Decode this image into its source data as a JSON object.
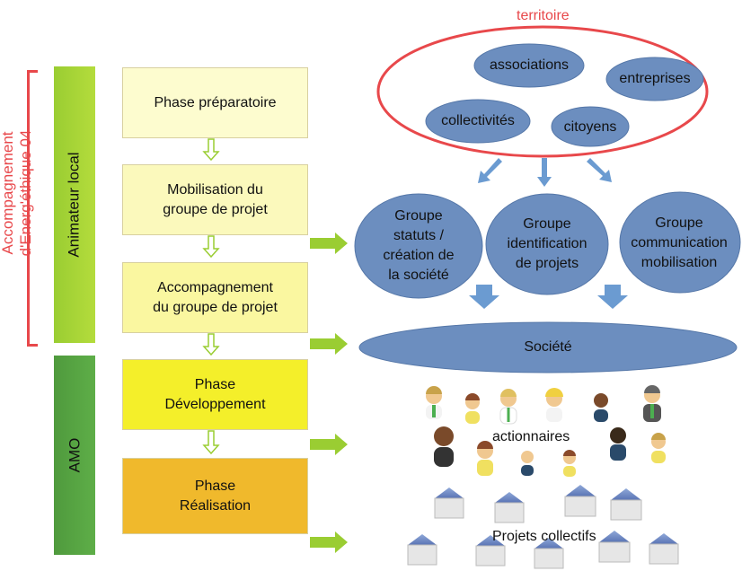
{
  "side_label": "Accompagnement\nd'Energ'éthique 04",
  "roles": {
    "animateur": "Animateur local",
    "amo": "AMO"
  },
  "phases": [
    "Phase préparatoire",
    "Mobilisation du\ngroupe de projet",
    "Accompagnement\ndu groupe de projet",
    "Phase\nDéveloppement",
    "Phase\nRéalisation"
  ],
  "territoire": {
    "title": "territoire",
    "members": [
      "associations",
      "entreprises",
      "collectivités",
      "citoyens"
    ]
  },
  "groupes": [
    "Groupe\nstatuts /\ncréation de\nla société",
    "Groupe\nidentification\nde projets",
    "Groupe\ncommunication\nmobilisation"
  ],
  "societe": "Société",
  "actionnaires": "actionnaires",
  "projets": "Projets collectifs",
  "colors": {
    "accent_red": "#e8484b",
    "ellipse_blue": "#6c8ebf",
    "arrow_green": "#9acd32",
    "arrow_blue": "#6b9bd1"
  }
}
